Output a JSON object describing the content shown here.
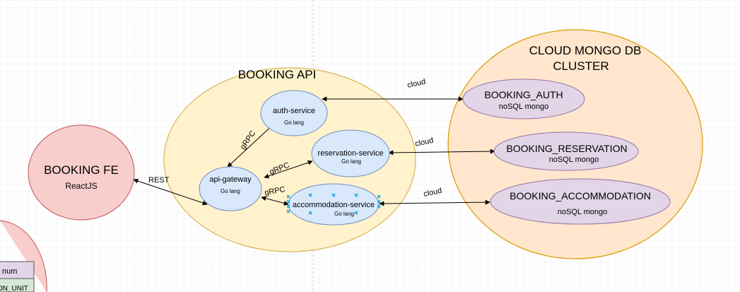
{
  "colors": {
    "grid": "#e9e9e9",
    "fe_fill": "#f8cecc",
    "fe_stroke": "#c66b6b",
    "api_fill": "#fff2cc",
    "api_stroke": "#d6b656",
    "cloud_fill": "#ffe6cc",
    "cloud_stroke": "#d79b00",
    "service_fill": "#dae8fc",
    "service_stroke": "#6c8ebf",
    "db_fill": "#e1d5e7",
    "db_stroke": "#9673a6",
    "selection": "#00a8e8"
  },
  "booking_fe": {
    "title": "BOOKING FE",
    "subtitle": "ReactJS"
  },
  "booking_api": {
    "title": "BOOKING API"
  },
  "cloud_cluster": {
    "title_line1": "CLOUD MONGO DB",
    "title_line2": "CLUSTER"
  },
  "services": {
    "auth": {
      "name": "auth-service",
      "lang": "Go lang"
    },
    "gateway": {
      "name": "api-gateway",
      "lang": "Go lang"
    },
    "reservation": {
      "name": "reservation-service",
      "lang": "Go lang"
    },
    "accommodation": {
      "name": "accommodation-service",
      "lang": "Go lang"
    }
  },
  "databases": {
    "auth": {
      "name": "BOOKING_AUTH",
      "tech": "noSQL mongo"
    },
    "reservation": {
      "name": "BOOKING_RESERVATION",
      "tech": "noSQL mongo"
    },
    "accommodation": {
      "name": "BOOKING_ACCOMMODATION",
      "tech": "noSQL mongo"
    }
  },
  "edges": {
    "rest": "REST",
    "grpc_auth": "gRPC",
    "grpc_reservation": "gRPC",
    "grpc_accommodation": "gRPC",
    "cloud_auth": "cloud",
    "cloud_reservation": "cloud",
    "cloud_accommodation": "cloud"
  },
  "partial_shape": {
    "row1": "num",
    "row2": "ON_UNIT"
  }
}
